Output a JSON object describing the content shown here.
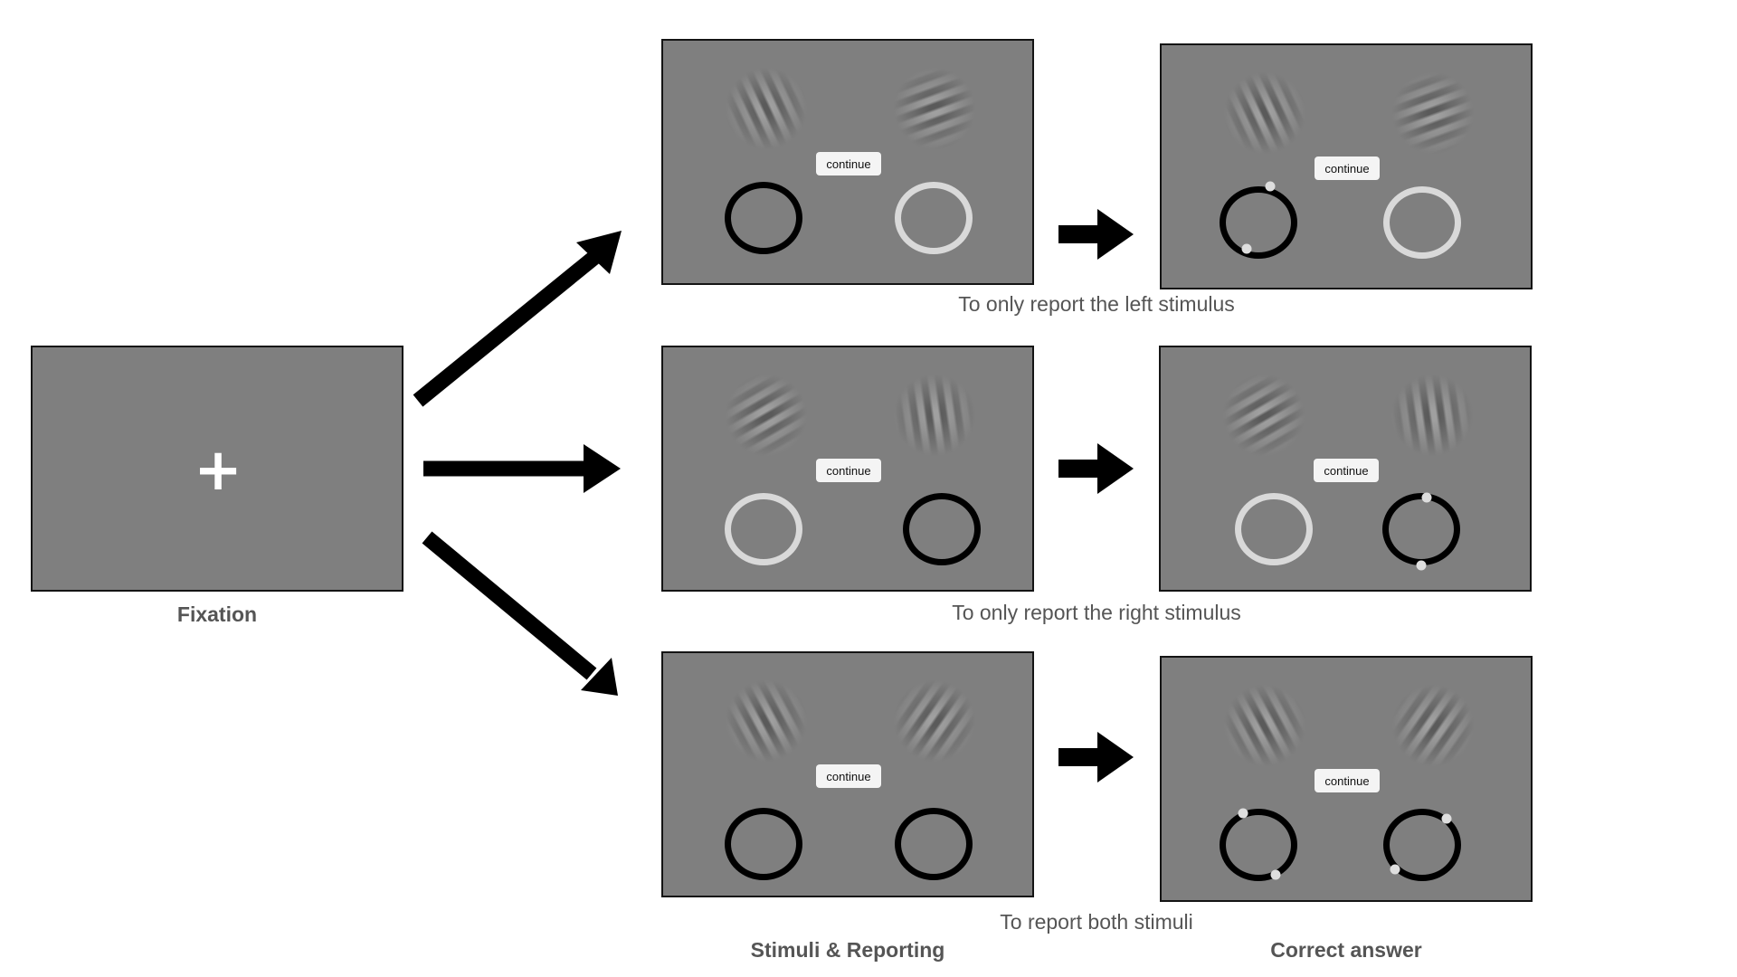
{
  "fixation": {
    "label": "Fixation",
    "symbol": "+"
  },
  "continue_label": "continue",
  "column_titles": {
    "stimuli": "Stimuli & Reporting",
    "answer": "Correct answer"
  },
  "conditions": [
    {
      "caption": "To only report the left stimulus",
      "left_grating_orientation": "steep-left-tilt",
      "right_grating_orientation": "shallow-right-tilt",
      "left_ring": "active",
      "right_ring": "inactive"
    },
    {
      "caption": "To only report the right stimulus",
      "left_grating_orientation": "shallow-right-tilt",
      "right_grating_orientation": "near-vertical",
      "left_ring": "inactive",
      "right_ring": "active"
    },
    {
      "caption": "To report both stimuli",
      "left_grating_orientation": "steep-left-tilt",
      "right_grating_orientation": "steep-right-tilt",
      "left_ring": "active",
      "right_ring": "active"
    }
  ],
  "colors": {
    "screen_gray": "#7f7f7f",
    "ring_active": "#000000",
    "ring_inactive": "#d9d9d9",
    "caption_text": "#555555"
  }
}
